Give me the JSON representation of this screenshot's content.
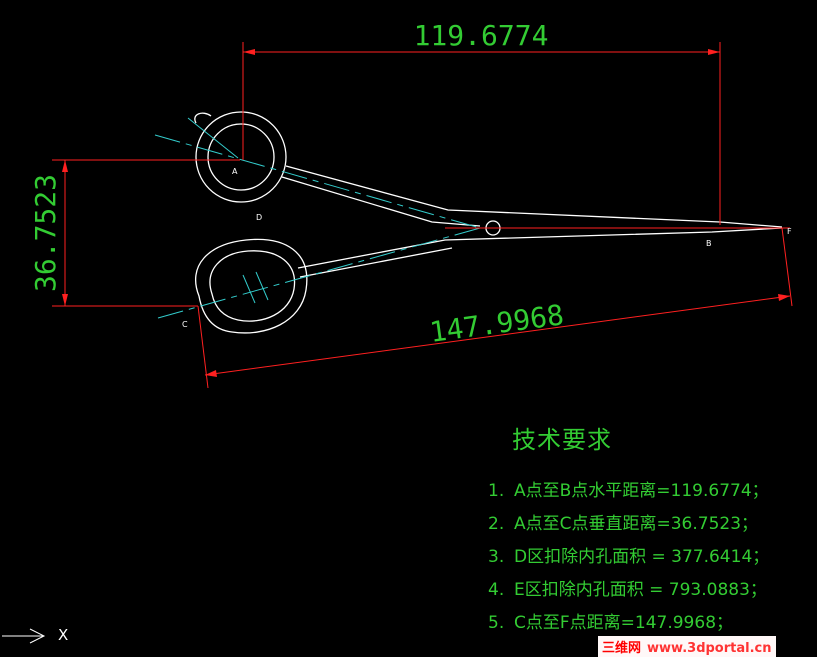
{
  "dimensions": {
    "horizontal": "119.6774",
    "vertical": "36.7523",
    "aligned": "147.9968"
  },
  "points": {
    "a": "A",
    "b": "B",
    "c": "C",
    "d": "D",
    "f": "F"
  },
  "notes": {
    "title": "技术要求",
    "items": [
      {
        "num": "1.",
        "text": "A点至B点水平距离=119.6774；"
      },
      {
        "num": "2.",
        "text": "A点至C点垂直距离=36.7523；"
      },
      {
        "num": "3.",
        "text": "D区扣除内孔面积 = 377.6414；"
      },
      {
        "num": "4.",
        "text": "E区扣除内孔面积 = 793.0883；"
      },
      {
        "num": "5.",
        "text": "C点至F点距离=147.9968；"
      }
    ]
  },
  "axis": {
    "label": "X"
  },
  "watermark": {
    "cn": "三维网",
    "url": "www.3dportal.cn"
  },
  "colors": {
    "background": "#000000",
    "dimension": "#ff2020",
    "text": "#33cc33",
    "outline": "#ffffff",
    "centerline": "#33cccc"
  }
}
